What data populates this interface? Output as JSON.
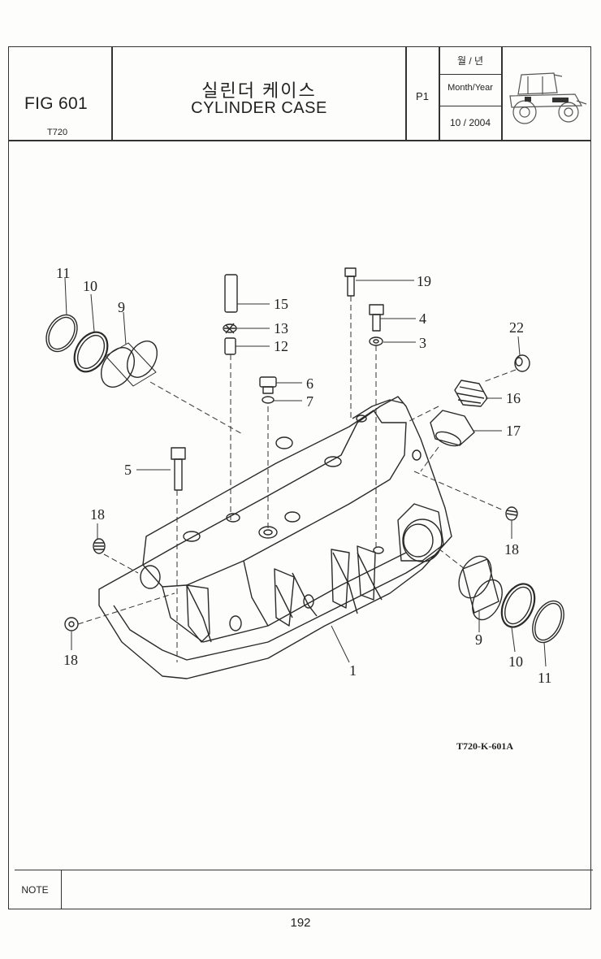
{
  "header": {
    "fig_no": "FIG 601",
    "model": "T720",
    "title_ko": "실린더 케이스",
    "title_en": "CYLINDER CASE",
    "page_code": "P1",
    "month_year_ko": "월 / 년",
    "month_year_label": "Month/Year",
    "month_year_value": "10 / 2004"
  },
  "drawing": {
    "code": "T720-K-601A",
    "callouts": [
      "11",
      "10",
      "9",
      "15",
      "13",
      "12",
      "19",
      "4",
      "3",
      "22",
      "6",
      "7",
      "16",
      "17",
      "5",
      "18",
      "18",
      "18",
      "9",
      "10",
      "11",
      "1"
    ]
  },
  "footer": {
    "note_label": "NOTE",
    "page_number": "192"
  },
  "icon": "tractor-icon"
}
